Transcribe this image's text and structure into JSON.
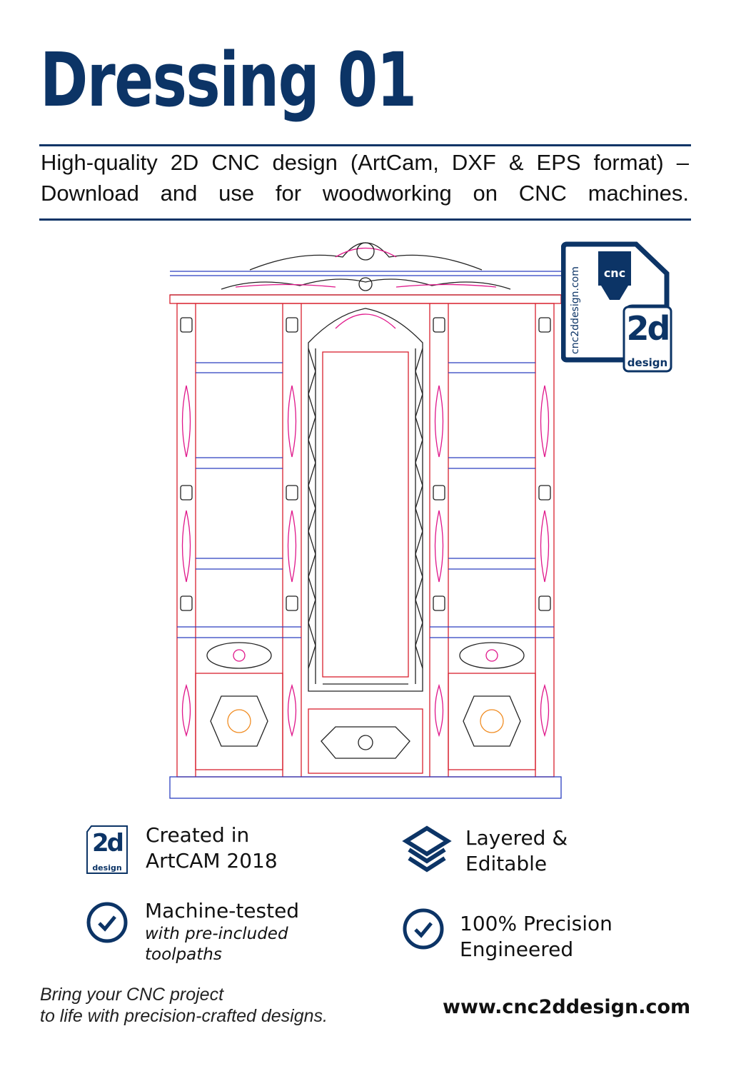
{
  "header": {
    "title": "Dressing 01",
    "subtitle_line1": "High-quality 2D CNC design (ArtCam, DXF & EPS format) –",
    "subtitle_line2": "Download and use for woodworking on CNC machines."
  },
  "logo": {
    "vertical_text": "cnc2ddesign.com",
    "cnc": "cnc",
    "big": "2d",
    "small": "design"
  },
  "features": [
    {
      "icon": "2d-design-logo-icon",
      "title_line1": "Created in",
      "title_line2": "ArtCAM 2018"
    },
    {
      "icon": "layers-icon",
      "title_line1": "Layered &",
      "title_line2": "Editable"
    },
    {
      "icon": "check-circle-icon",
      "title": "Machine-tested",
      "sub_line1": "with pre-included",
      "sub_line2": "toolpaths"
    },
    {
      "icon": "check-circle-icon",
      "title_line1": "100% Precision",
      "title_line2": "Engineered"
    }
  ],
  "footer": {
    "tagline_line1": "Bring your CNC project",
    "tagline_line2": "to life with precision-crafted designs.",
    "url": "www.cnc2ddesign.com"
  },
  "colors": {
    "navy": "#0c3466",
    "red": "#d9202e",
    "blue": "#2b3fbf",
    "pink": "#e0168a"
  }
}
